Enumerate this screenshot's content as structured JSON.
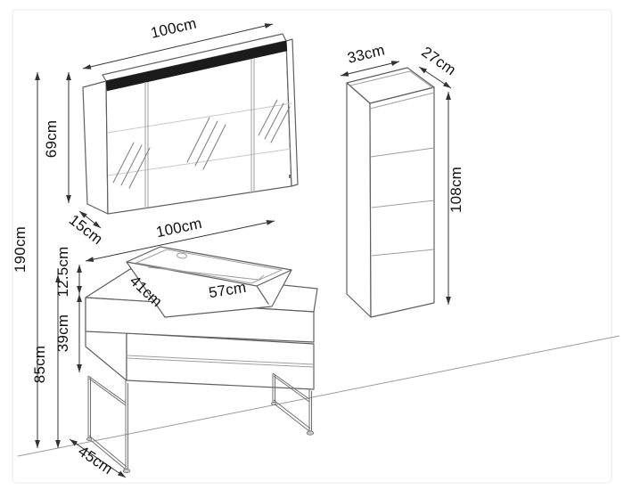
{
  "diagram": {
    "kind": "bathroom-furniture-dimension-diagram",
    "overall": {
      "height_label": "190cm"
    },
    "mirror_cabinet": {
      "width_label": "100cm",
      "height_label": "69cm",
      "depth_label": "15cm"
    },
    "tall_cabinet": {
      "width_label": "33cm",
      "depth_label": "27cm",
      "height_label": "108cm"
    },
    "vanity": {
      "width_label": "100cm",
      "height_to_top_label": "85cm",
      "body_height_label": "39cm",
      "depth_label": "45cm"
    },
    "sink": {
      "width_label": "57cm",
      "depth_label": "41cm",
      "height_label": "12.5cm"
    },
    "colors": {
      "outline": "#606060",
      "dimension_line": "#333333",
      "label_text": "#111111",
      "led_strip": "#1b1b1b",
      "faint_line": "#c8c8c8",
      "card_border": "#ebebeb",
      "background": "#ffffff"
    }
  }
}
